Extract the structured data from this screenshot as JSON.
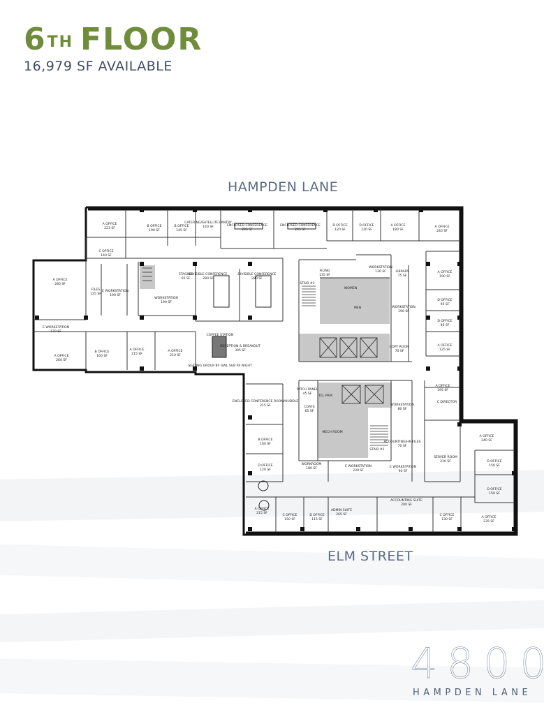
{
  "header": {
    "floor_number": "6",
    "floor_suffix": "TH",
    "floor_word": "FLOOR",
    "availability": "16,979 SF AVAILABLE"
  },
  "streets": {
    "north": "HAMPDEN LANE",
    "south": "ELM STREET"
  },
  "logo": {
    "number": "4800",
    "street": "HAMPDEN LANE"
  },
  "colors": {
    "title_green": "#6e8c3a",
    "text_navy": "#3f4e63",
    "core_gray": "#c8c8c8",
    "wall_black": "#111111"
  },
  "rooms": [
    {
      "n": "A OFFICE",
      "a": "223 SF"
    },
    {
      "n": "B OFFICE",
      "a": "190 SF"
    },
    {
      "n": "B OFFICE",
      "a": "145 SF"
    },
    {
      "n": "CATERING/SATELLITE PANTRY",
      "a": "140 SF"
    },
    {
      "n": "ENCLOSED CONFERENCE",
      "a": "295 SF"
    },
    {
      "n": "ENCLOSED CONFERENCE",
      "a": "295 SF"
    },
    {
      "n": "D OFFICE",
      "a": "120 SF"
    },
    {
      "n": "D OFFICE",
      "a": "120 SF"
    },
    {
      "n": "A OFFICE",
      "a": "180 SF"
    },
    {
      "n": "A OFFICE",
      "a": "245 SF"
    },
    {
      "n": "C OFFICE",
      "a": "140 SF"
    },
    {
      "n": "A OFFICE",
      "a": "280 SF"
    },
    {
      "n": "FILES",
      "a": "125 SF"
    },
    {
      "n": "E WORKSTATION",
      "a": "190 SF"
    },
    {
      "n": "E WORKSTATION",
      "a": "170 SF"
    },
    {
      "n": "WORKSTATION",
      "a": "190 SF"
    },
    {
      "n": "STAGING",
      "a": "65 SF"
    },
    {
      "n": "DIVISIBLE CONFERENCE",
      "a": "280 SF"
    },
    {
      "n": "DIVISIBLE CONFERENCE",
      "a": "280 SF"
    },
    {
      "n": "FILING",
      "a": "135 SF"
    },
    {
      "n": "STAIR #2",
      "a": ""
    },
    {
      "n": "WOMEN",
      "a": ""
    },
    {
      "n": "MEN",
      "a": ""
    },
    {
      "n": "WORKSTATION",
      "a": "130 SF"
    },
    {
      "n": "LIBRARY",
      "a": "75 SF"
    },
    {
      "n": "A OFFICE",
      "a": "190 SF"
    },
    {
      "n": "D OFFICE",
      "a": "95 SF"
    },
    {
      "n": "D OFFICE",
      "a": "95 SF"
    },
    {
      "n": "WORKSTATION",
      "a": "190 SF"
    },
    {
      "n": "A OFFICE",
      "a": "260 SF"
    },
    {
      "n": "B OFFICE",
      "a": "160 SF"
    },
    {
      "n": "A OFFICE",
      "a": "215 SF"
    },
    {
      "n": "A OFFICE",
      "a": "210 SF"
    },
    {
      "n": "COFFEE STATION",
      "a": ""
    },
    {
      "n": "RECEPTION & BREAKOUT",
      "a": "305 SF"
    },
    {
      "n": "SEATING GROUP BY GWL SUB RF NIGHT",
      "a": ""
    },
    {
      "n": "A OFFICE",
      "a": "125 SF"
    },
    {
      "n": "A OFFICE",
      "a": "195 SF"
    },
    {
      "n": "COPY ROOM",
      "a": "70 SF"
    },
    {
      "n": "PATCH PANEL",
      "a": "45 SF"
    },
    {
      "n": "COATS",
      "a": "65 SF"
    },
    {
      "n": "TEL PRM",
      "a": ""
    },
    {
      "n": "WORKSTATION",
      "a": "80 SF"
    },
    {
      "n": "ENCLOSED CONFERENCE ROOM/HUDDLE",
      "a": "215 SF"
    },
    {
      "n": "MECH ROOM",
      "a": ""
    },
    {
      "n": "B OFFICE",
      "a": "160 SF"
    },
    {
      "n": "D OFFICE",
      "a": "120 SF"
    },
    {
      "n": "ACCOUNTING/HR FILES",
      "a": "70 SF"
    },
    {
      "n": "STAIR #1",
      "a": ""
    },
    {
      "n": "SERVER ROOM",
      "a": "210 SF"
    },
    {
      "n": "A OFFICE",
      "a": "240 SF"
    },
    {
      "n": "D OFFICE",
      "a": "150 SF"
    },
    {
      "n": "D OFFICE",
      "a": "150 SF"
    },
    {
      "n": "WORKROOM",
      "a": "180 SF"
    },
    {
      "n": "E WORKSTATION",
      "a": "230 SF"
    },
    {
      "n": "E WORKSTATION",
      "a": "90 SF"
    },
    {
      "n": "A OFFICE",
      "a": "215 SF"
    },
    {
      "n": "C OFFICE",
      "a": "150 SF"
    },
    {
      "n": "D OFFICE",
      "a": "115 SF"
    },
    {
      "n": "ADMIN SUITE",
      "a": "265 SF"
    },
    {
      "n": "ACCOUNTING SUITE",
      "a": "200 SF"
    },
    {
      "n": "C OFFICE",
      "a": "130 SF"
    },
    {
      "n": "A OFFICE",
      "a": "235 SF"
    },
    {
      "n": "C DIRECTOR",
      "a": ""
    }
  ]
}
